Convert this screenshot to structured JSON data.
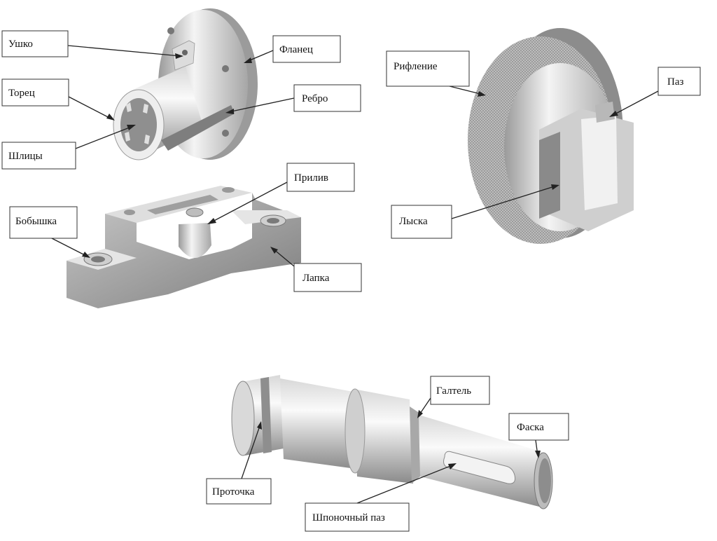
{
  "labels": {
    "ushko": "Ушко",
    "flanets": "Фланец",
    "torets": "Торец",
    "rebro": "Ребро",
    "shlitsy": "Шлицы",
    "rifflenie": "Рифление",
    "paz": "Паз",
    "priliv": "Прилив",
    "bobyshka": "Бобышка",
    "lyska": "Лыска",
    "lapka": "Лапка",
    "galtel": "Галтель",
    "faska": "Фаска",
    "protochka": "Проточка",
    "shponochny_paz": "Шпоночный паз"
  }
}
